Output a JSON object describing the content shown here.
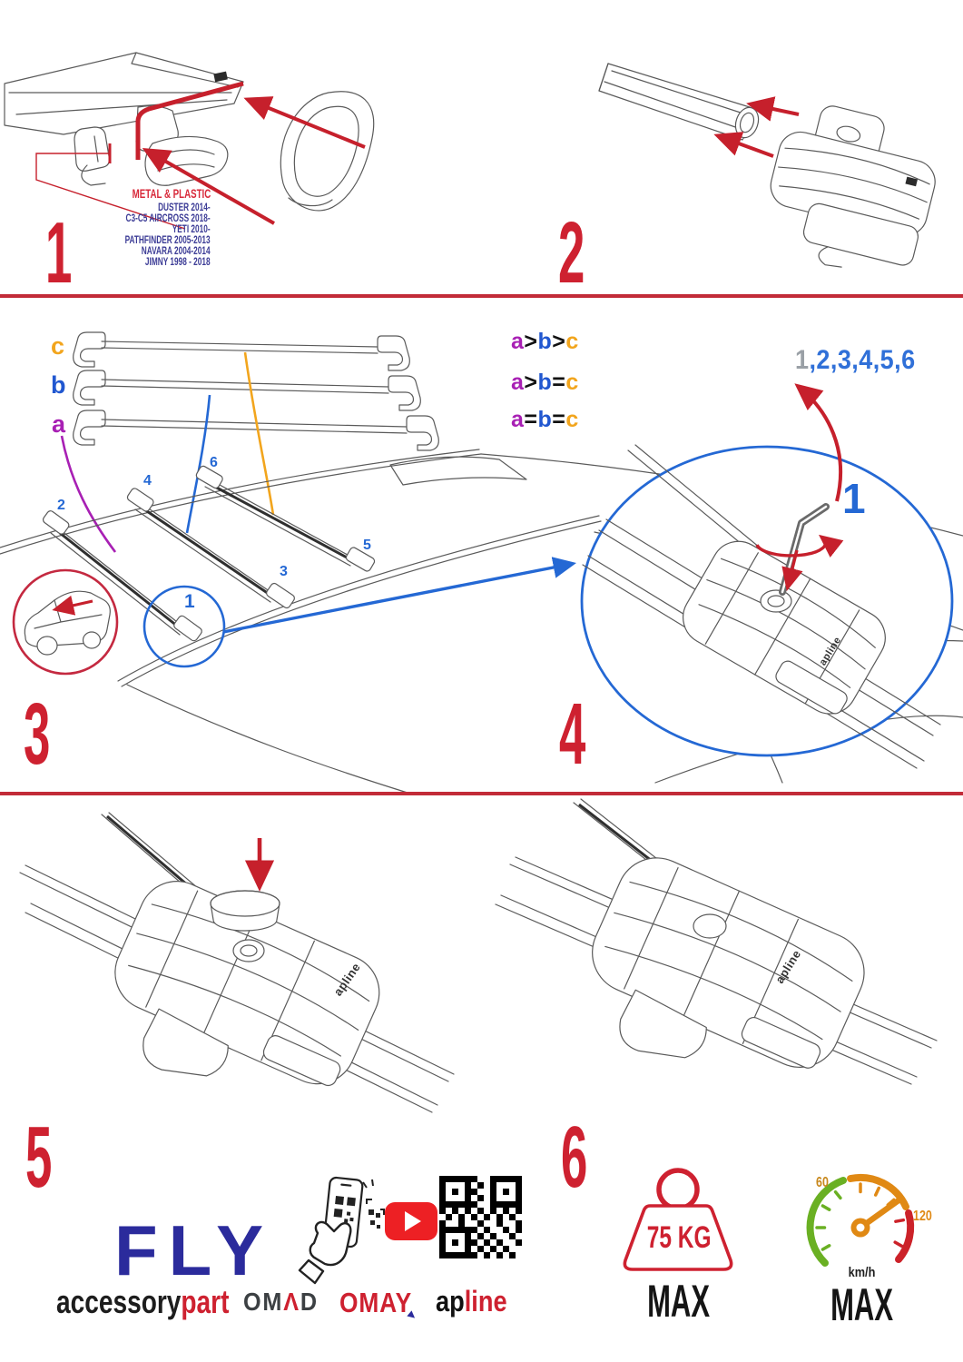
{
  "colors": {
    "red": "#ce2130",
    "divider_red": "#c22b38",
    "blue": "#2468d4",
    "purple": "#a820b4",
    "orange": "#f2a51d",
    "navy": "#3c3c96",
    "fly_navy": "#2b2b9c",
    "gray_seq": "#9aa0a6",
    "gauge_green": "#6ab023",
    "gauge_orange": "#e08914",
    "gauge_red": "#cc2229"
  },
  "steps": {
    "n1": "1",
    "n2": "2",
    "n3": "3",
    "n4": "4",
    "n5": "5",
    "n6": "6"
  },
  "step1": {
    "material_label": "METAL & PLASTIC",
    "models": [
      "DUSTER 2014-",
      "C3-C5 AIRCROSS 2018-",
      "YETI 2010-",
      "PATHFINDER 2005-2013",
      "NAVARA 2004-2014",
      "JIMNY 1998 - 2018"
    ]
  },
  "step3": {
    "bars": {
      "c": "c",
      "b": "b",
      "a": "a"
    },
    "formulas": [
      {
        "t1": "a",
        "o1": ">",
        "t2": "b",
        "o2": ">",
        "t3": "c"
      },
      {
        "t1": "a",
        "o1": ">",
        "t2": "b",
        "o2": "=",
        "t3": "c"
      },
      {
        "t1": "a",
        "o1": "=",
        "t2": "b",
        "o2": "=",
        "t3": "c"
      }
    ],
    "roof_numbers": {
      "p1": "1",
      "p2": "2",
      "p3": "3",
      "p4": "4",
      "p5": "5",
      "p6": "6"
    }
  },
  "step4": {
    "sequence_first": "1",
    "sequence_rest": ",2,3,4,5,6",
    "detail_number": "1",
    "clamp_brand": "apline"
  },
  "step5": {
    "clamp_brand": "apline"
  },
  "step6": {
    "clamp_brand": "apline"
  },
  "footer": {
    "fly": "FLY",
    "accessory": "accessory",
    "part": "part",
    "omad_om": "OM",
    "omad_a": "Λ",
    "omad_d": "D",
    "omay": "OMAY",
    "ap": "ap",
    "line": "line",
    "weight_value": "75 KG",
    "weight_max": "MAX",
    "speed_60": "60",
    "speed_120": "120",
    "speed_unit": "km/h",
    "speed_max": "MAX"
  }
}
